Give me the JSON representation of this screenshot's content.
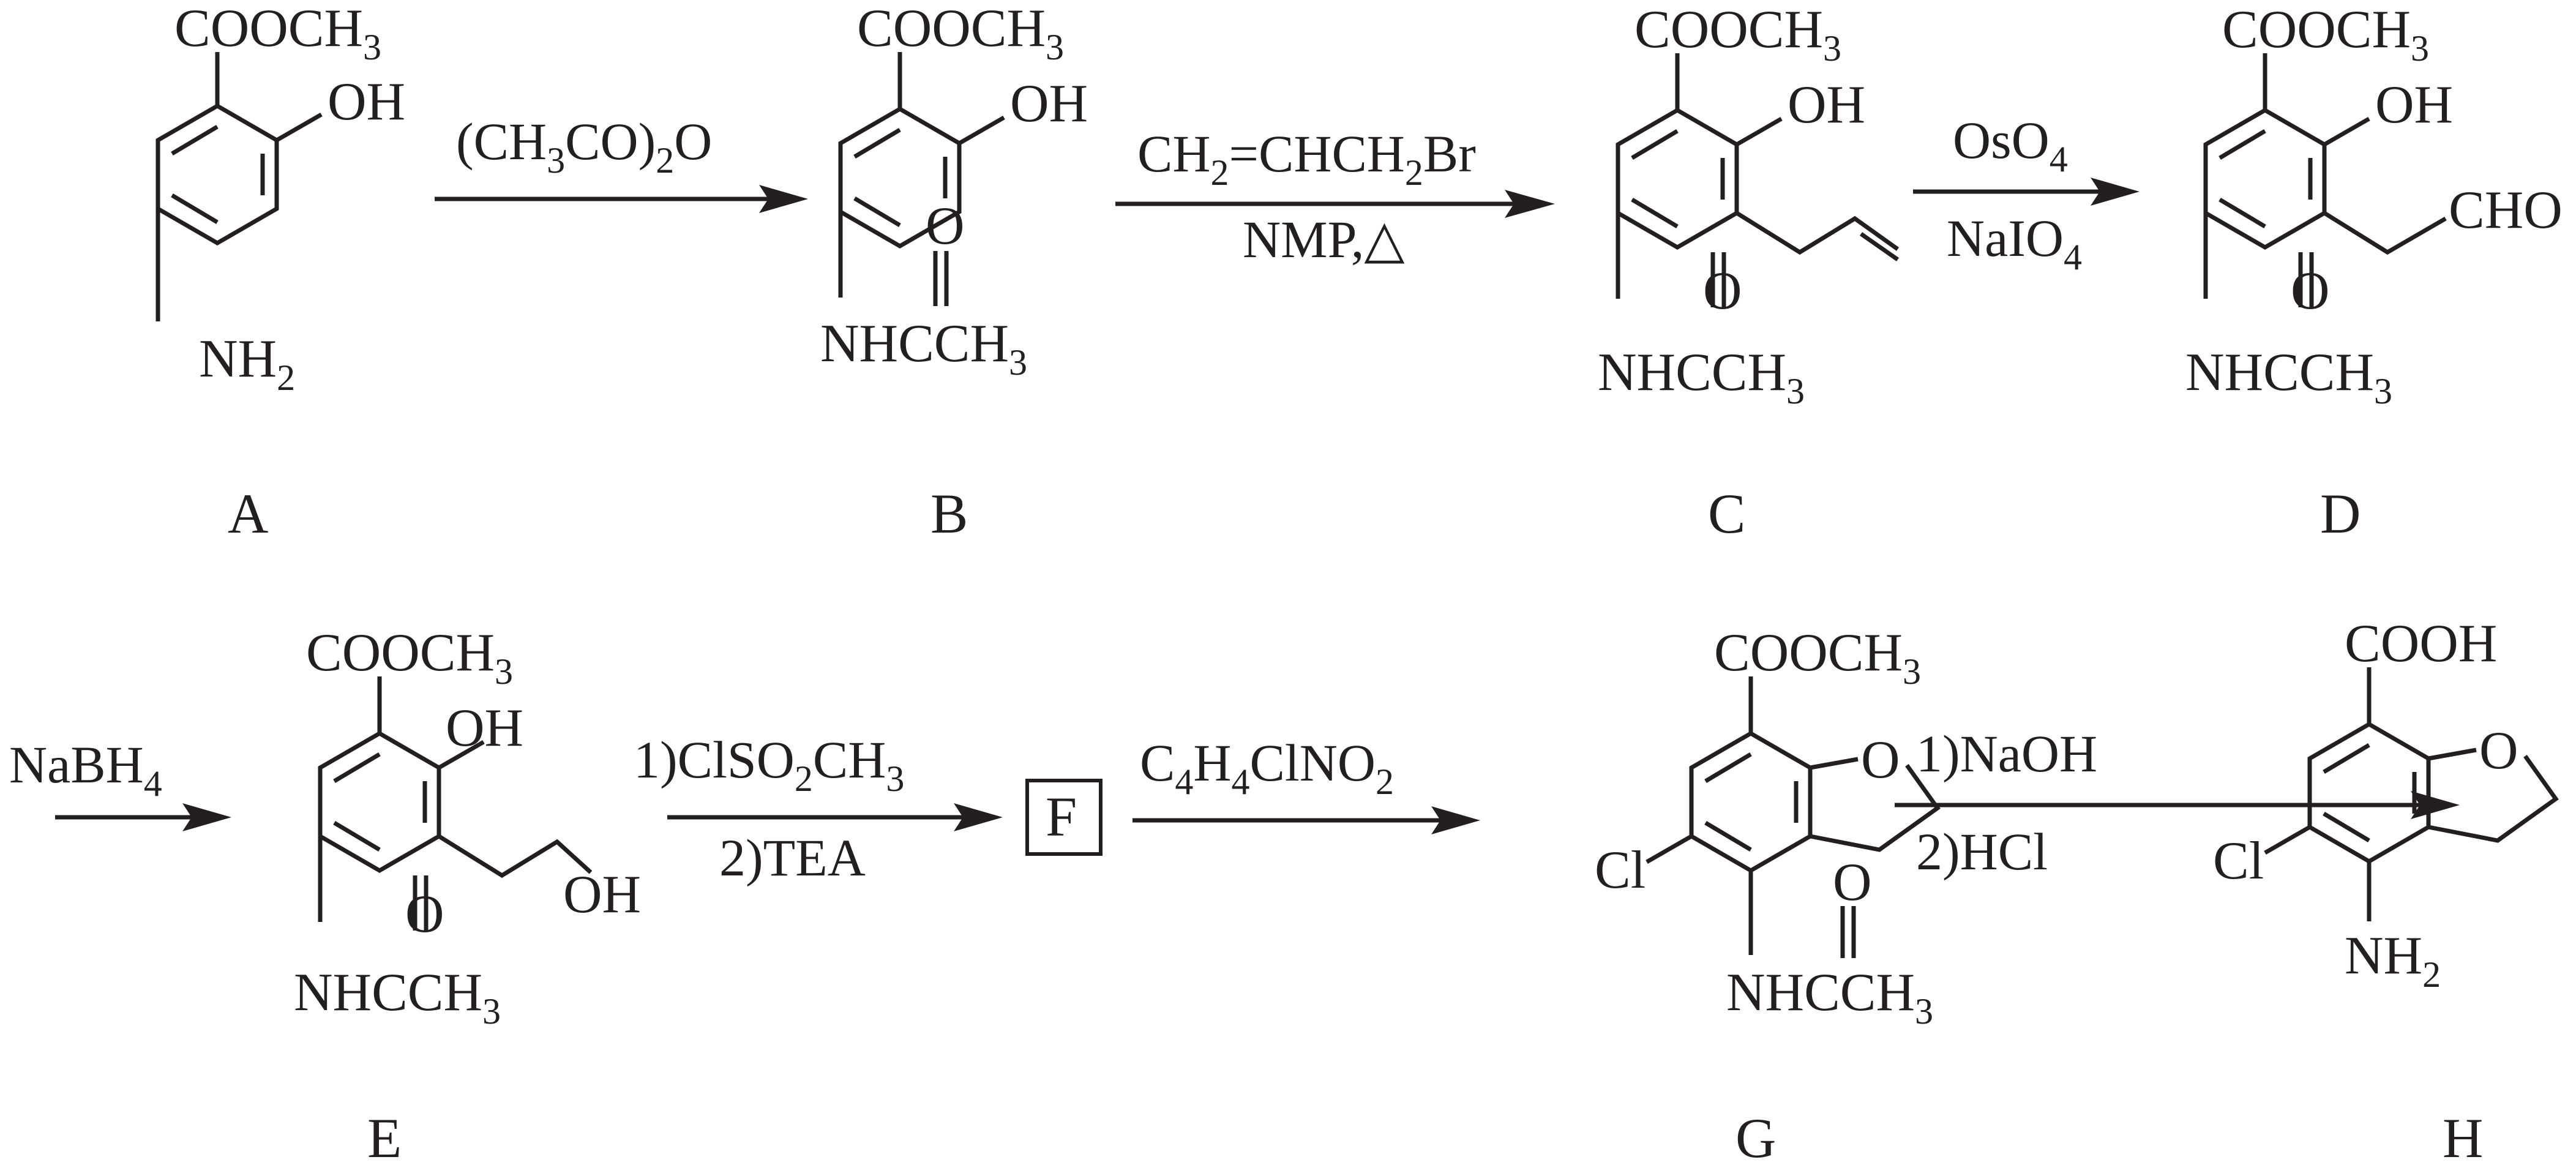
{
  "colors": {
    "ink": "#231f20",
    "background": "#ffffff"
  },
  "compounds": {
    "A": {
      "label": "A",
      "groups": [
        "COOCH",
        "3",
        "OH",
        "NH",
        "2"
      ]
    },
    "B": {
      "label": "B",
      "groups": [
        "COOCH",
        "3",
        "OH",
        "O",
        "NHCCH",
        "3"
      ]
    },
    "C": {
      "label": "C",
      "groups": [
        "COOCH",
        "3",
        "OH",
        "O",
        "NHCCH",
        "3"
      ]
    },
    "D": {
      "label": "D",
      "groups": [
        "COOCH",
        "3",
        "OH",
        "CHO",
        "O",
        "NHCCH",
        "3"
      ]
    },
    "E": {
      "label": "E",
      "groups": [
        "COOCH",
        "3",
        "OH",
        "OH",
        "O",
        "NHCCH",
        "3"
      ]
    },
    "F": {
      "label": "F"
    },
    "G": {
      "label": "G",
      "groups": [
        "COOCH",
        "3",
        "O",
        "Cl",
        "O",
        "NHCCH",
        "3"
      ]
    },
    "H": {
      "label": "H",
      "groups": [
        "COOH",
        "O",
        "Cl",
        "NH",
        "2"
      ]
    }
  },
  "arrows": {
    "a1": {
      "above": [
        "(CH",
        "3",
        "CO)",
        "2",
        "O"
      ]
    },
    "a2": {
      "above": [
        "CH",
        "2",
        "=CHCH",
        "2",
        "Br"
      ],
      "below": "NMP,△"
    },
    "a3": {
      "above": [
        "OsO",
        "4"
      ],
      "below": [
        "NaIO",
        "4"
      ]
    },
    "a4": {
      "above": [
        "NaBH",
        "4"
      ]
    },
    "a5": {
      "above": [
        "1)ClSO",
        "2",
        "CH",
        "3"
      ],
      "below": "2)TEA"
    },
    "a6": {
      "above": [
        "C",
        "4",
        "H",
        "4",
        "ClNO",
        "2"
      ]
    },
    "a7": {
      "above": "1)NaOH",
      "below": "2)HCl"
    }
  }
}
